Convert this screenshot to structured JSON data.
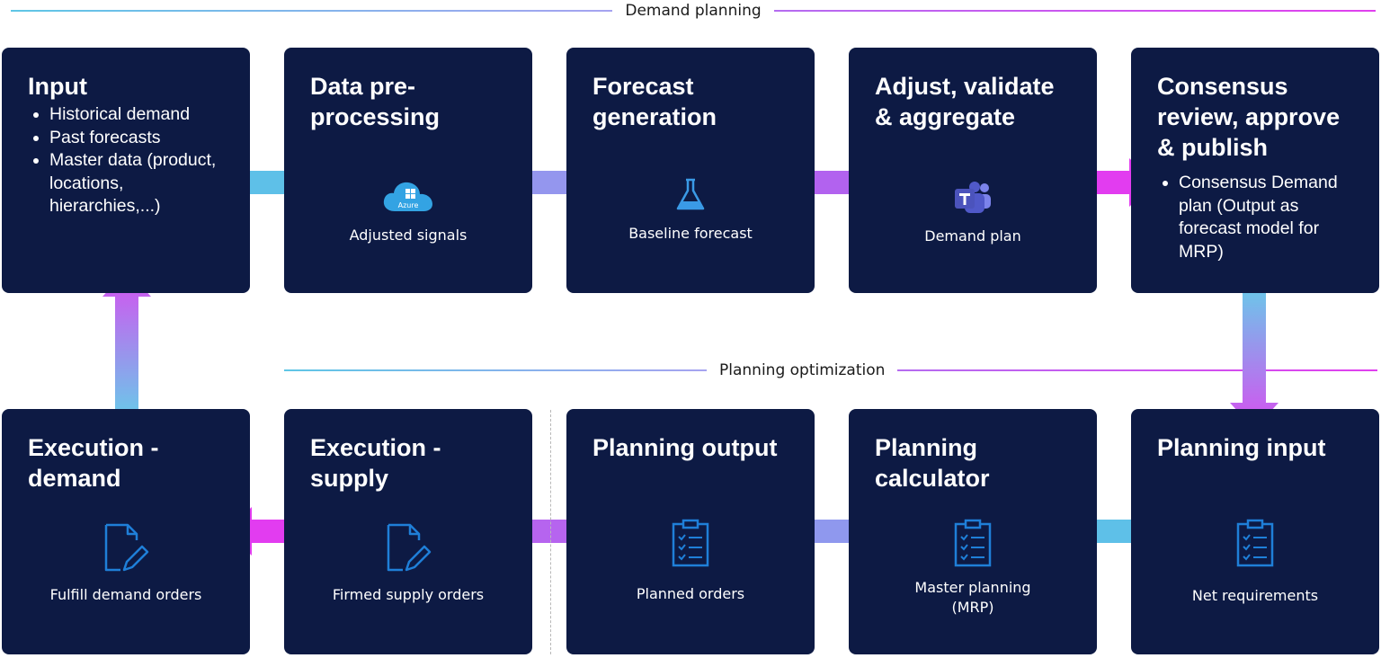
{
  "sections": {
    "demand_planning": "Demand planning",
    "planning_optimization": "Planning optimization"
  },
  "cards": {
    "input": {
      "title": "Input",
      "bullets": [
        "Historical demand",
        "Past forecasts",
        "Master data (product, locations, hierarchies,...)"
      ]
    },
    "preprocessing": {
      "title": "Data pre-processing",
      "caption": "Adjusted signals",
      "icon": "azure-cloud-icon",
      "icon_label": "Azure"
    },
    "forecast": {
      "title": "Forecast generation",
      "caption": "Baseline forecast",
      "icon": "flask-icon"
    },
    "adjust": {
      "title": "Adjust, validate & aggregate",
      "caption": "Demand plan",
      "icon": "teams-icon"
    },
    "consensus": {
      "title": "Consensus review, approve & publish",
      "bullets": [
        "Consensus Demand plan (Output as forecast model for MRP)"
      ]
    },
    "exec_demand": {
      "title": "Execution - demand",
      "caption": "Fulfill demand orders",
      "icon": "document-edit-icon"
    },
    "exec_supply": {
      "title": "Execution - supply",
      "caption": "Firmed supply orders",
      "icon": "document-edit-icon"
    },
    "planning_output": {
      "title": "Planning output",
      "caption": "Planned orders",
      "icon": "clipboard-checklist-icon"
    },
    "planning_calc": {
      "title": "Planning calculator",
      "caption": "Master planning (MRP)",
      "icon": "clipboard-checklist-icon"
    },
    "planning_input": {
      "title": "Planning input",
      "caption": "Net requirements",
      "icon": "clipboard-checklist-icon"
    }
  },
  "colors": {
    "card_bg": "#0d1a44",
    "connector_start": "#5fc6e6",
    "connector_mid": "#9b8ff0",
    "connector_end": "#e040ee",
    "icon_blue": "#1f7fd8"
  }
}
